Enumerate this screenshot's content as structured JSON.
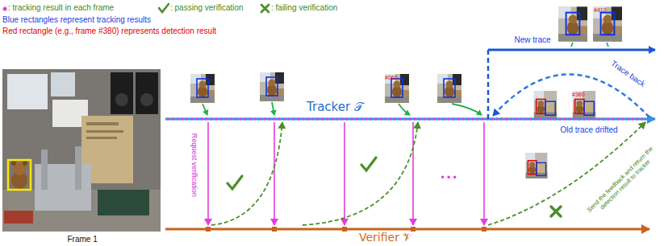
{
  "diagram": {
    "nodes": [
      {
        "text": [
          "Tracker 𝒯"
        ]
      },
      {
        "text": [
          "Verifier 𝒱"
        ]
      }
    ],
    "edges": [
      {
        "from": 0,
        "to": 1,
        "arrow": "to"
      },
      {
        "from": 0,
        "to": 1,
        "arrow": "to"
      },
      {
        "from": 0,
        "to": 1,
        "arrow": "to"
      },
      {
        "from": 0,
        "to": 1,
        "arrow": "to"
      },
      {
        "from": 0,
        "to": 1,
        "arrow": "to"
      },
      {
        "from": 1,
        "to": 0,
        "arrow": "to"
      },
      {
        "from": 1,
        "to": 0,
        "arrow": "to"
      },
      {
        "from": 1,
        "to": 0,
        "arrow": "to",
        "label": "Send the feedback and return the detection result to tracker"
      }
    ],
    "labels": [
      "Blue rectangles represent tracking results",
      "Red rectangle (e.g., frame #380) represents detection result",
      "Frame 1",
      "Request verification",
      "New trace",
      "Trace back",
      "Old trace drifted",
      "#060",
      "#410",
      "#380",
      "• • •"
    ],
    "legend": [
      {
        "text": ": tracking result in each frame"
      },
      {
        "text": ": passing verification"
      },
      {
        "text": ": failing verification"
      }
    ]
  }
}
